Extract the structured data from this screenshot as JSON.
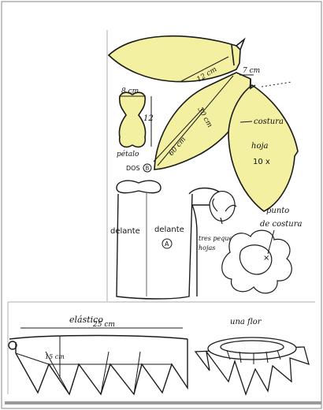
{
  "colors": {
    "leaf_fill": "#f3f0a2",
    "ink": "#1a1a1a",
    "border": "#777777",
    "paper": "#ffffff"
  },
  "labels": {
    "leaf_width": "12 cm",
    "leaf_stem": "7 cm",
    "leaf_length_inner": "30 cm",
    "leaf_length_outer": "60 cm",
    "petal_width": "8 cm",
    "petal_height": "12",
    "petal": "pétalo",
    "seam": "costura",
    "leaf": "hoja",
    "leaf_count": "10 x",
    "back": "DOS",
    "back_marker": "B",
    "front_left": "delante",
    "front_right": "delante",
    "front_marker": "A",
    "small_leaves": "tres pequeñas hojas",
    "stitch_point": "punto de costura",
    "elastic": "elástico",
    "elastic_length": "25 cm",
    "flower": "una flor",
    "skirt_height": "15 cm"
  }
}
